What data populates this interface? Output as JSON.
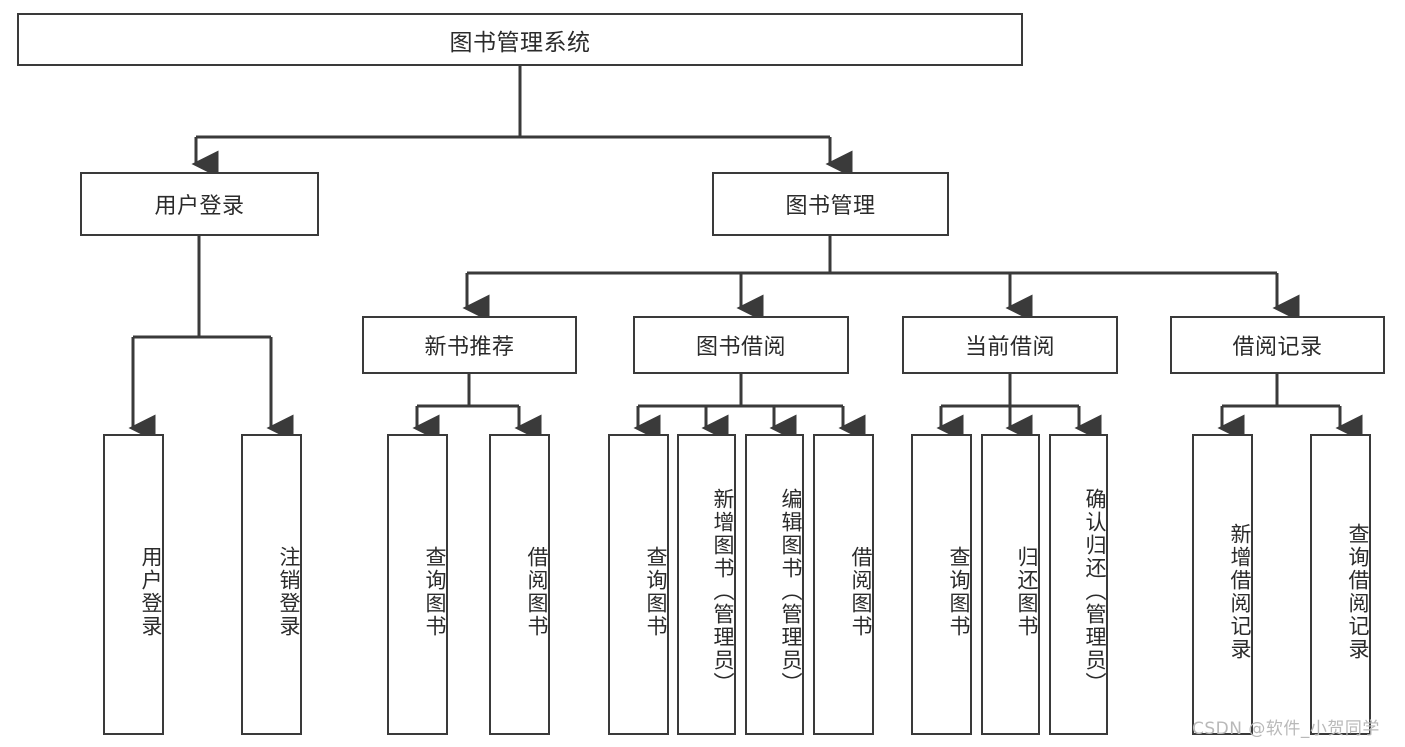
{
  "diagram": {
    "title": "图书管理系统",
    "type": "functional-module-tree",
    "background": "#ffffff",
    "line_color": "#3a3a3a",
    "text_color": "#2b2b2b",
    "levels": 4
  },
  "root": {
    "label": "图书管理系统"
  },
  "level2": [
    {
      "label": "用户登录"
    },
    {
      "label": "图书管理"
    }
  ],
  "level3": [
    {
      "label": "新书推荐"
    },
    {
      "label": "图书借阅"
    },
    {
      "label": "当前借阅"
    },
    {
      "label": "借阅记录"
    }
  ],
  "leaves": {
    "user_login": [
      {
        "label": "用户登录"
      },
      {
        "label": "注销登录"
      }
    ],
    "new_book": [
      {
        "label": "查询图书"
      },
      {
        "label": "借阅图书"
      }
    ],
    "borrow_book": [
      {
        "label": "查询图书"
      },
      {
        "label": "新增图书（管理员）"
      },
      {
        "label": "编辑图书（管理员）"
      },
      {
        "label": "借阅图书"
      }
    ],
    "current_borrow": [
      {
        "label": "查询图书"
      },
      {
        "label": "归还图书"
      },
      {
        "label": "确认归还（管理员）"
      }
    ],
    "borrow_record": [
      {
        "label": "新增借阅记录"
      },
      {
        "label": "查询借阅记录"
      }
    ]
  },
  "watermark": {
    "text": "CSDN @软件_小贺同学"
  }
}
